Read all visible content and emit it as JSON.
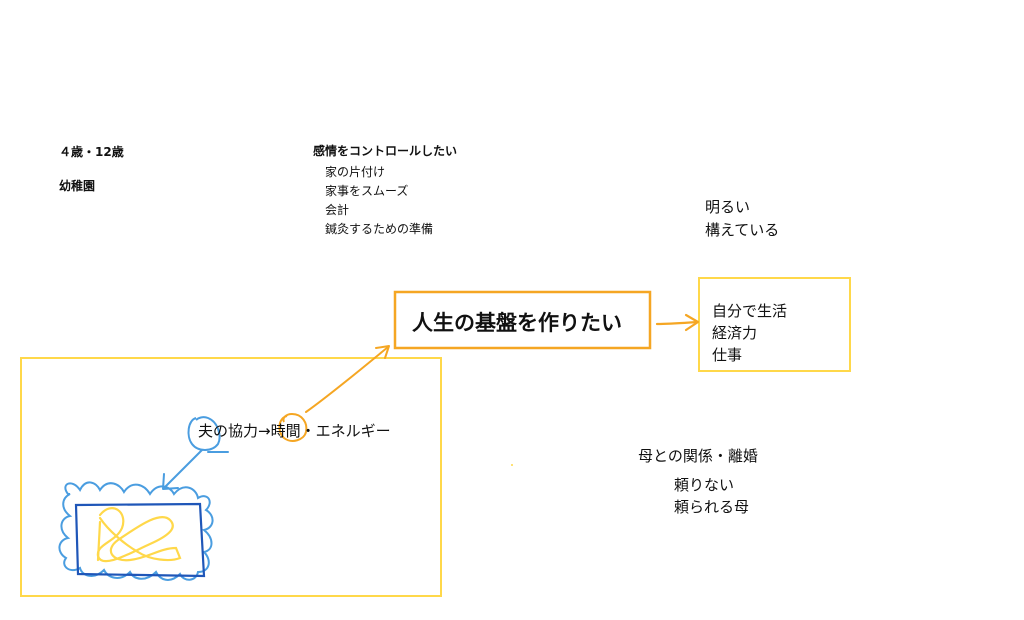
{
  "header": {
    "age": "４歳・12歳",
    "school": "幼稚園"
  },
  "emotion": {
    "title": "感情をコントロールしたい",
    "items": [
      "家の片付け",
      "家事をスムーズ",
      "会計",
      "鍼灸するための準備"
    ]
  },
  "bright": {
    "lines": [
      "明るい",
      "構えている"
    ]
  },
  "central": {
    "label": "人生の基盤を作りたい"
  },
  "goals": {
    "lines": [
      "自分で生活",
      "経済力",
      "仕事"
    ]
  },
  "husband": {
    "label": "夫の協力→時間・エネルギー"
  },
  "mother": {
    "title": "母との関係・離婚",
    "lines": [
      "頼りない",
      "頼られる母"
    ]
  },
  "colors": {
    "yellow": "#FFD84A",
    "orange": "#F5A623",
    "blue": "#4A9DE0",
    "darkBlue": "#1F56B8"
  }
}
